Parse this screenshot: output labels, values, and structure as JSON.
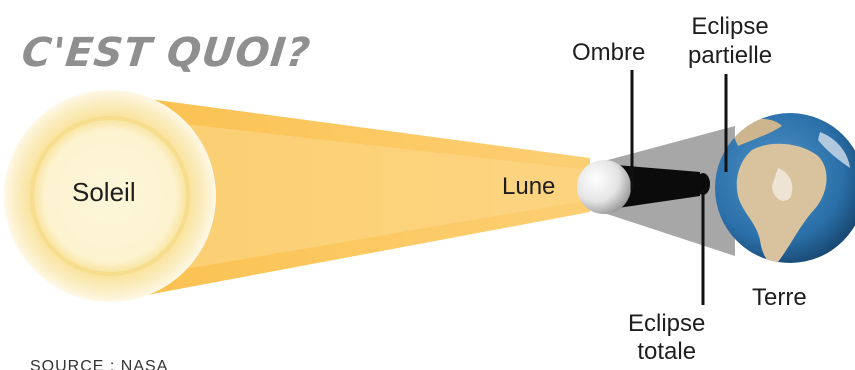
{
  "headline": "C'EST QUOI?",
  "labels": {
    "soleil": "Soleil",
    "lune": "Lune",
    "ombre": "Ombre",
    "eclipse_partielle": [
      "Eclipse",
      "partielle"
    ],
    "terre": "Terre",
    "eclipse_totale": [
      "Eclipse",
      "totale"
    ]
  },
  "source": "SOURCE : NASA",
  "colors": {
    "sun_glow": "#fce9b4",
    "sun_core": "#fbf6d6",
    "light_beam": "#fbbd4c",
    "penumbra": "#a7a7a7",
    "umbra": "#0c0c0c",
    "ocean": "#2a6fa8",
    "land": "#d8c4a0",
    "headline": "#8f8f8f"
  }
}
